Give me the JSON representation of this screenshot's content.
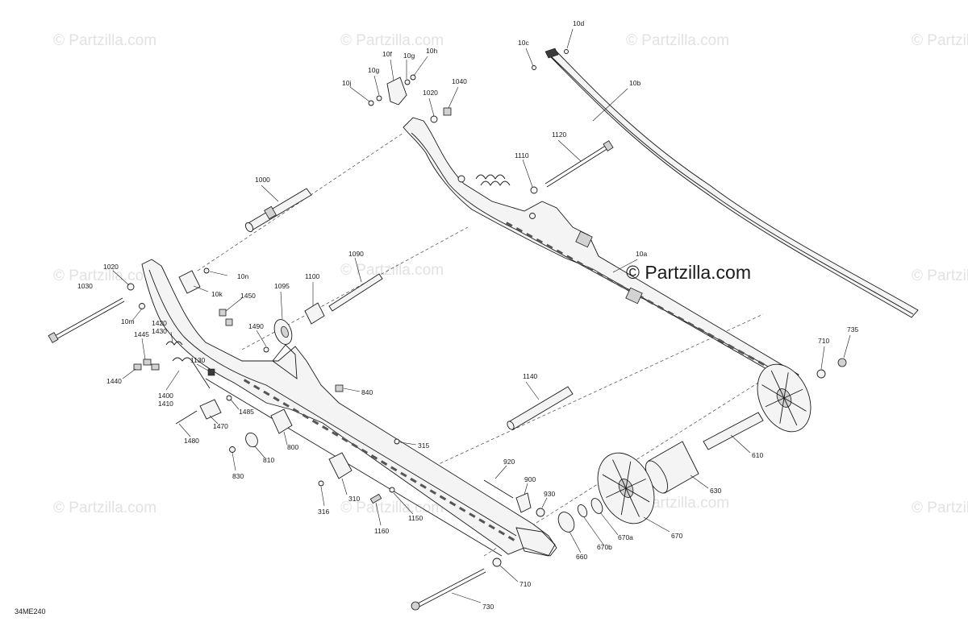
{
  "diagram": {
    "figure_code": "34ME240",
    "brand": "© Partzilla.com",
    "watermark": "© Partzilla.com",
    "callouts": [
      {
        "id": "10d"
      },
      {
        "id": "10c"
      },
      {
        "id": "10b"
      },
      {
        "id": "10f"
      },
      {
        "id": "10g"
      },
      {
        "id": "10h"
      },
      {
        "id": "10g"
      },
      {
        "id": "10j"
      },
      {
        "id": "1040"
      },
      {
        "id": "1020"
      },
      {
        "id": "1120"
      },
      {
        "id": "1110"
      },
      {
        "id": "1000"
      },
      {
        "id": "1020"
      },
      {
        "id": "1030"
      },
      {
        "id": "10n"
      },
      {
        "id": "10k"
      },
      {
        "id": "10m"
      },
      {
        "id": "1090"
      },
      {
        "id": "1100"
      },
      {
        "id": "1095"
      },
      {
        "id": "1450"
      },
      {
        "id": "1445"
      },
      {
        "id": "1420"
      },
      {
        "id": "1430"
      },
      {
        "id": "1440"
      },
      {
        "id": "1490"
      },
      {
        "id": "1130"
      },
      {
        "id": "1400"
      },
      {
        "id": "1410"
      },
      {
        "id": "1485"
      },
      {
        "id": "1470"
      },
      {
        "id": "1480"
      },
      {
        "id": "840"
      },
      {
        "id": "800"
      },
      {
        "id": "810"
      },
      {
        "id": "830"
      },
      {
        "id": "315"
      },
      {
        "id": "1140"
      },
      {
        "id": "10a"
      },
      {
        "id": "710"
      },
      {
        "id": "735"
      },
      {
        "id": "610"
      },
      {
        "id": "630"
      },
      {
        "id": "920"
      },
      {
        "id": "900"
      },
      {
        "id": "930"
      },
      {
        "id": "316"
      },
      {
        "id": "310"
      },
      {
        "id": "1160"
      },
      {
        "id": "1150"
      },
      {
        "id": "670a"
      },
      {
        "id": "670"
      },
      {
        "id": "670b"
      },
      {
        "id": "660"
      },
      {
        "id": "710"
      },
      {
        "id": "730"
      }
    ]
  }
}
